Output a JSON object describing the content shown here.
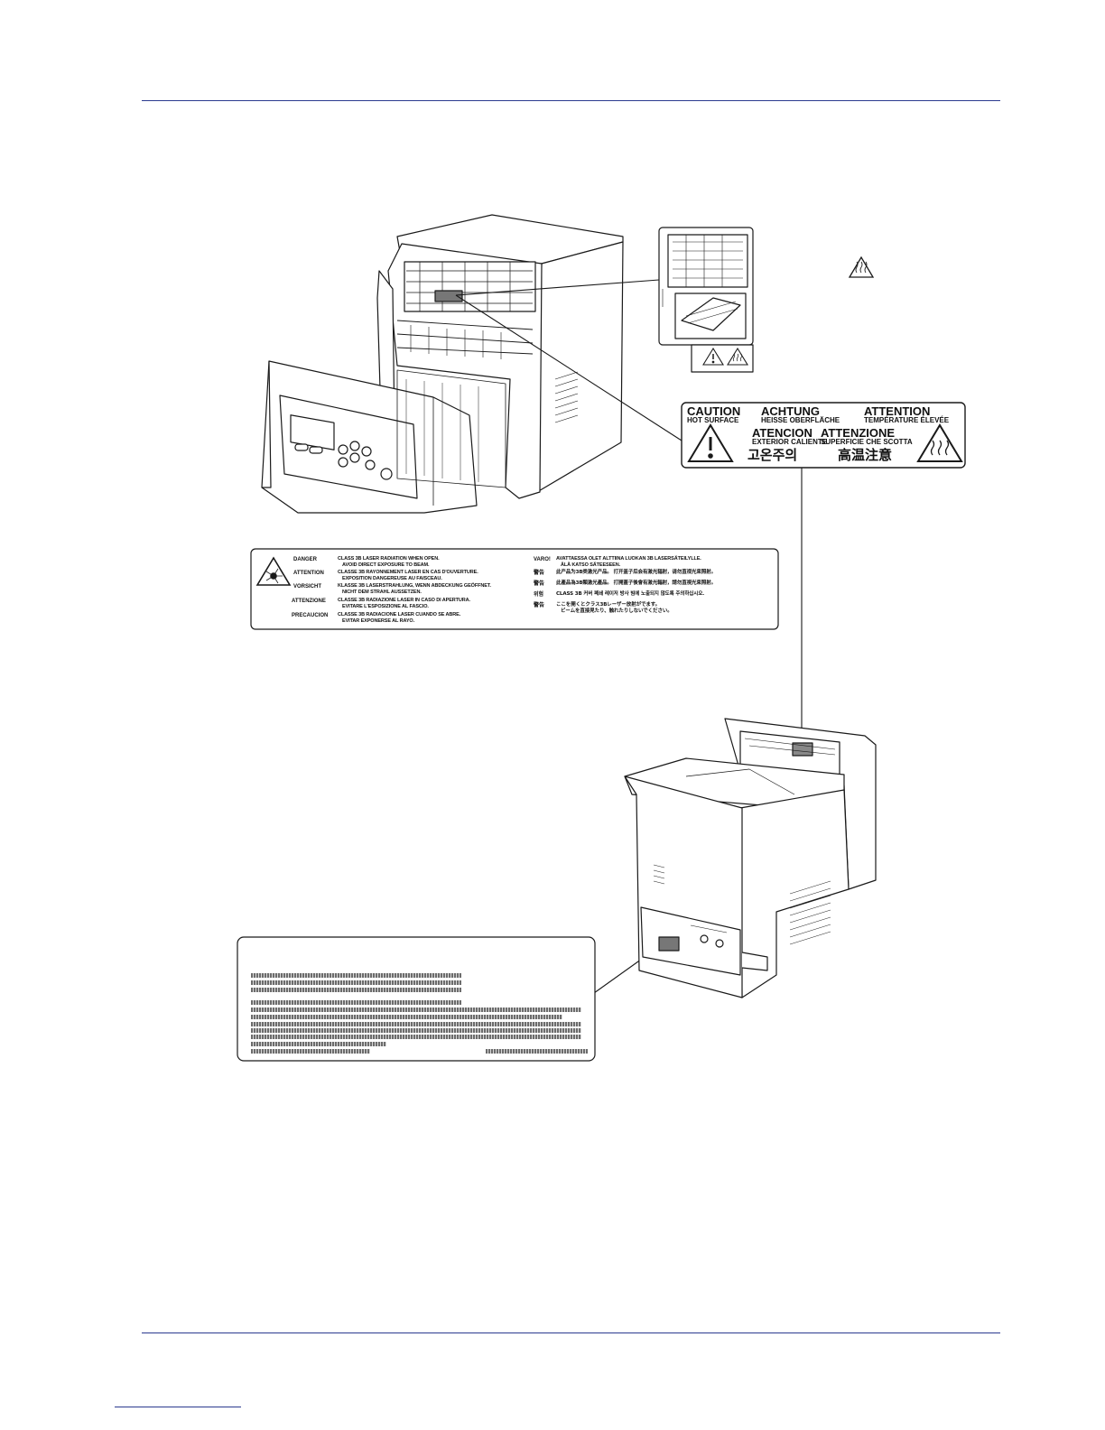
{
  "hot_label": {
    "caution": "CAUTION",
    "hot_surface": "HOT SURFACE",
    "achtung": "ACHTUNG",
    "heisse": "HEISSE OBERFLÄCHE",
    "attention": "ATTENTION",
    "temperature": "TEMPÉRATURE ÉLEVÉE",
    "atencion": "ATENCION",
    "exterior": "EXTERIOR CALIENTE",
    "attenzione": "ATTENZIONE",
    "superficie": "SUPERFICIE CHE SCOTTA",
    "korean": "고온주의",
    "chinese": "高温注意"
  },
  "laser_label": {
    "left": [
      {
        "key": "DANGER",
        "text": "CLASS 3B LASER RADIATION WHEN OPEN.",
        "text2": "AVOID DIRECT EXPOSURE TO BEAM."
      },
      {
        "key": "ATTENTION",
        "text": "CLASSE 3B RAYONNEMENT LASER EN CAS D'OUVERTURE.",
        "text2": "EXPOSITION DANGEREUSE AU FAISCEAU."
      },
      {
        "key": "VORSICHT",
        "text": "KLASSE 3B LASERSTRAHLUNG, WENN ABDECKUNG GEÖFFNET.",
        "text2": "NICHT DEM STRAHL AUSSETZEN."
      },
      {
        "key": "ATTENZIONE",
        "text": "CLASSE 3B RADIAZIONE LASER IN CASO DI APERTURA.",
        "text2": "EVITARE L'ESPOSIZIONE AL FASCIO."
      },
      {
        "key": "PRECAUCION",
        "text": "CLASSE 3B RADIACIONE LASER CUANDO SE ABRE.",
        "text2": "EVITAR EXPONERSE AL RAYO."
      }
    ],
    "right": [
      {
        "key": "VARO!",
        "text": "AVATTAESSA OLET ALTTIINA LUOKAN 3B LASERSÄTEILYLLE.",
        "text2": "ÄLÄ KATSO SÄTEESEEN."
      },
      {
        "key": "警告",
        "text": "此产品为3B类激光产品。 打开盖子后会有激光辐射，请勿直视光束照射。",
        "text2": ""
      },
      {
        "key": "警告",
        "text": "此產品為3B類激光產品。 打開蓋子後會有激光輻射，請勿直視光束照射。",
        "text2": ""
      },
      {
        "key": "위험",
        "text": "CLASS 3B 커버 폐쇄 레이저 방사 빔에 노출되지 않도록 주의하십시오.",
        "text2": ""
      },
      {
        "key": "警告",
        "text": "ここを開くとクラス3Bレーザー放射がでます。",
        "text2": "ビームを直接見たり、触れたりしないでください。"
      }
    ]
  },
  "colors": {
    "rule": "#2b3a8f",
    "line": "#1a1a1a"
  },
  "icons": [
    "hot-surface-icon",
    "warning-icon",
    "laser-hazard-icon"
  ]
}
